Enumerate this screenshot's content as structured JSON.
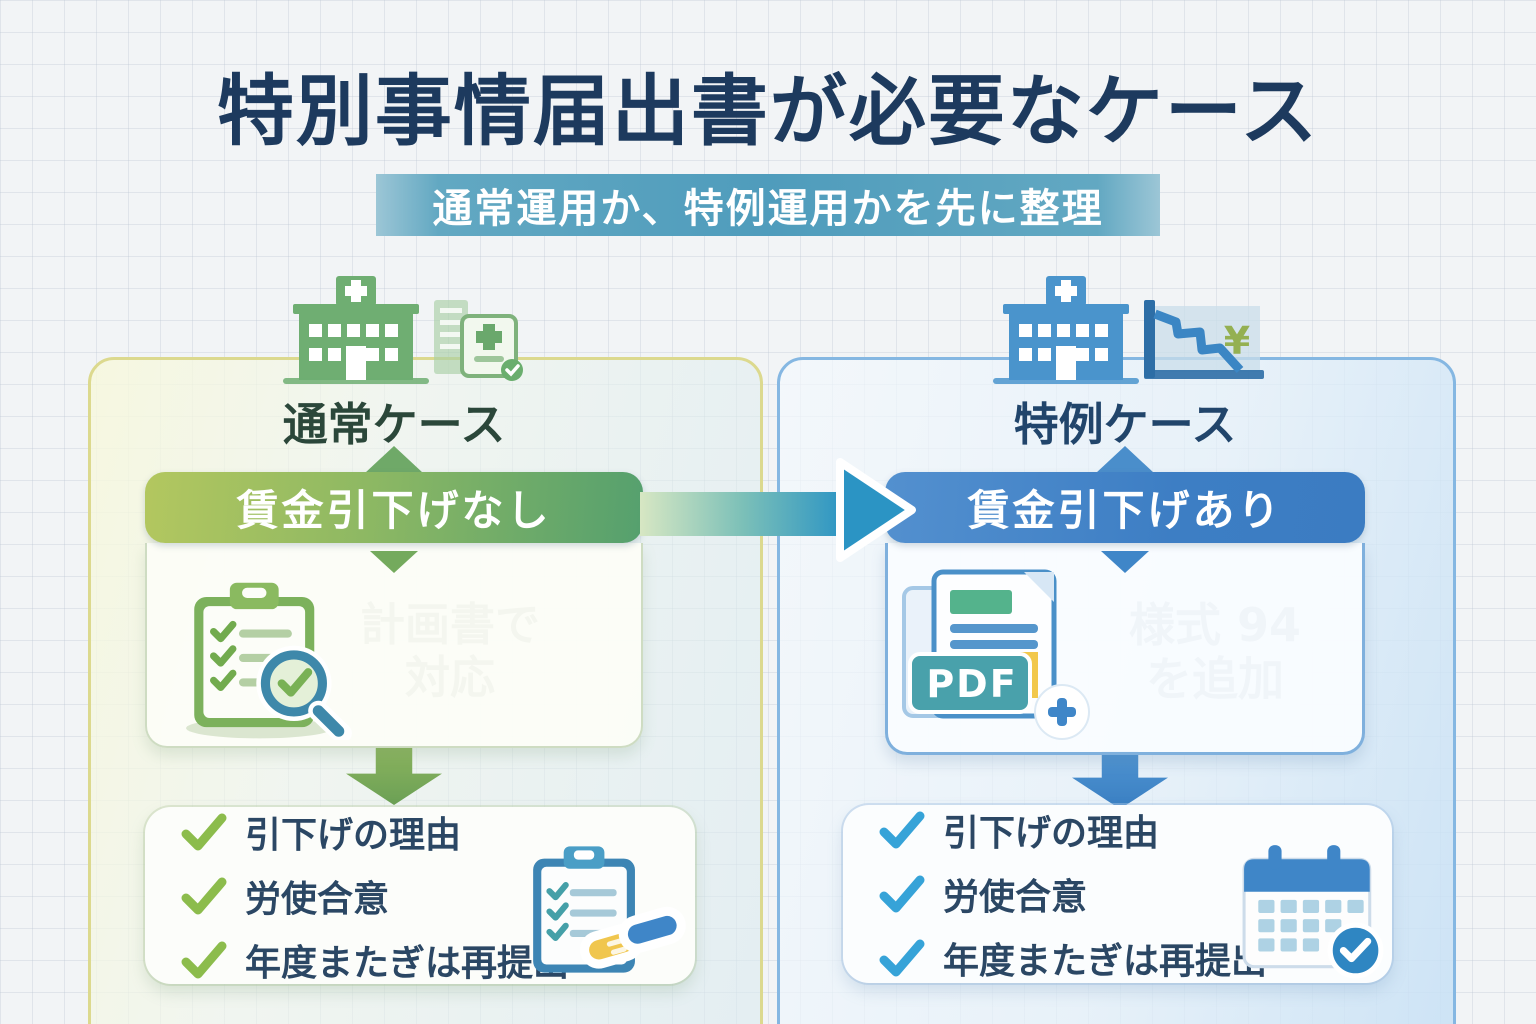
{
  "header": {
    "title": "特別事情届出書が必要なケース",
    "subtitle": "通常運用か、特例運用かを先に整理"
  },
  "left": {
    "case_label": "通常ケース",
    "banner_label": "賃金引下げなし",
    "action_line1": "計画書で",
    "action_line2": "対応",
    "checklist": [
      "引下げの理由",
      "労使合意",
      "年度またぎは再提出"
    ]
  },
  "right": {
    "case_label": "特例ケース",
    "banner_label": "賃金引下げあり",
    "action_line1": "様式 94",
    "action_line2": "を追加",
    "pdf_label": "PDF",
    "yen_symbol": "¥",
    "checklist": [
      "引下げの理由",
      "労使合意",
      "年度またぎは再提出"
    ]
  },
  "colors": {
    "title_navy": "#1d3a5e",
    "subtitle_teal": "#4f9cbc",
    "normal_green": "#6fae72",
    "banner_green_start": "#b3c75f",
    "banner_green_end": "#55a06e",
    "special_blue": "#4a94cc",
    "banner_blue": "#3d7ec4",
    "check_green": "#8cbc4c",
    "check_blue": "#36a3d8",
    "arrow_teal": "#2b94c4"
  }
}
